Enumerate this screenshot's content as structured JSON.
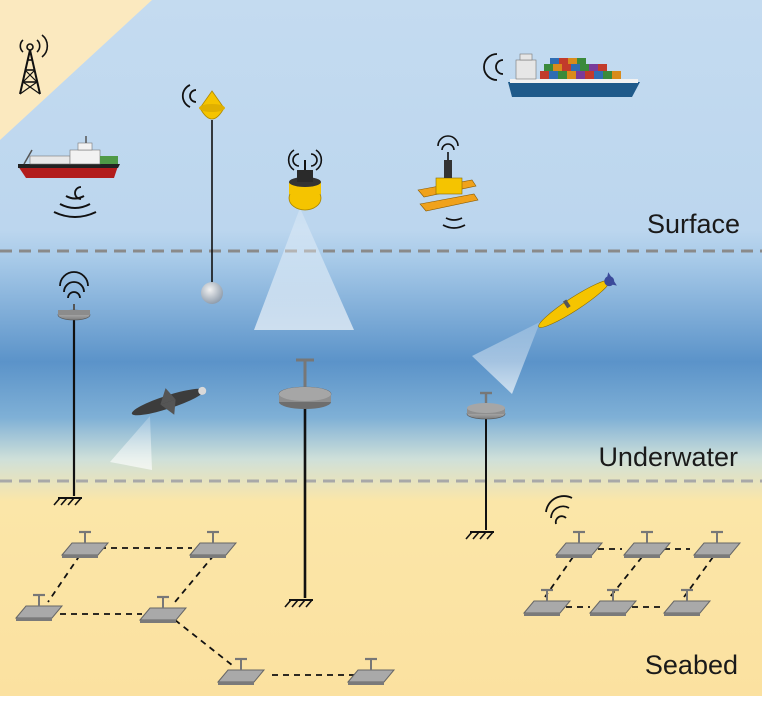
{
  "zones": {
    "surface": "Surface",
    "underwater": "Underwater",
    "seabed": "Seabed"
  },
  "colors": {
    "sky_top": "#c0d8ee",
    "sea_mid": "#5b93c9",
    "sand": "#fbe3a1",
    "corner_land": "#fbe9bf",
    "node_gray": "#9e9e9e",
    "buoy_yellow": "#f5c400",
    "divider": "#8a8a8a"
  },
  "icons": [
    "radio-tower-icon",
    "research-vessel-icon",
    "container-ship-icon",
    "spar-buoy-icon",
    "sonar-buoy-icon",
    "unmanned-surface-vehicle-icon",
    "moored-sensor-node-icon",
    "glider-auv-icon",
    "yellow-auv-icon",
    "seabed-sensor-node-icon",
    "wireless-signal-icon",
    "ground-anchor-icon"
  ]
}
